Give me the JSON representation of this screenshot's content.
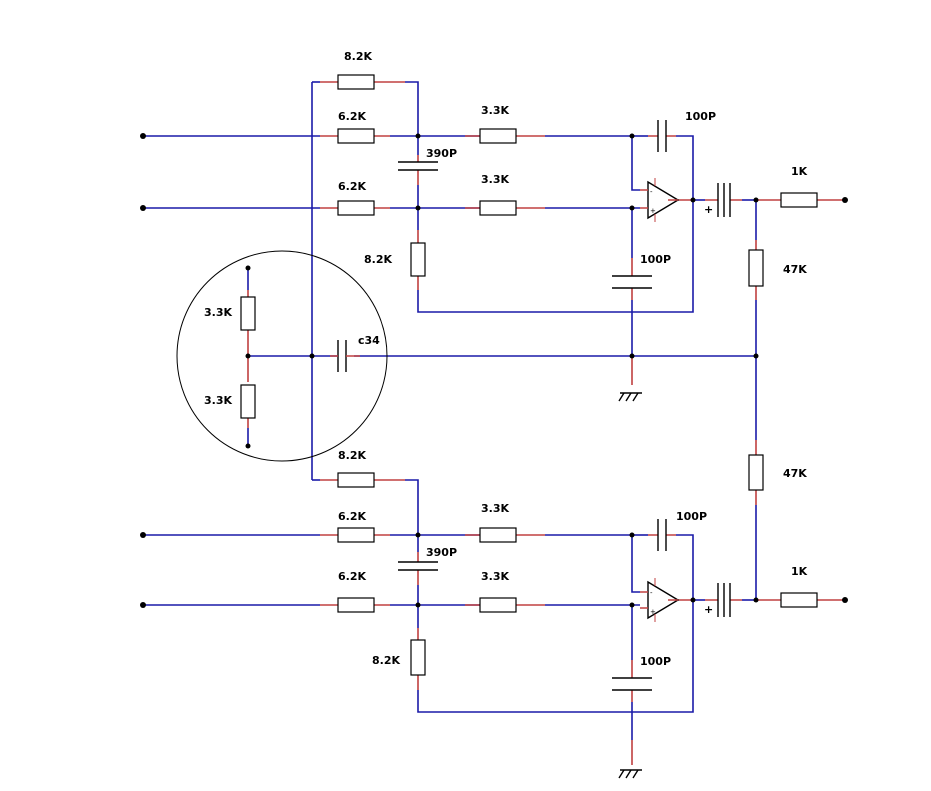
{
  "labels": {
    "r_fb_top": "8.2K",
    "r_in1_top": "6.2K",
    "r_mid1_top": "3.3K",
    "c_fb_top": "100P",
    "c_390_top": "390P",
    "r_in2_top": "6.2K",
    "r_mid2_top": "3.3K",
    "r_vert_top": "8.2K",
    "c_pos_top": "100P",
    "r_out_top": "1K",
    "r_47k_top": "47K",
    "r_div_top": "3.3K",
    "c34": "c34",
    "r_div_bot": "3.3K",
    "r_fb_bot": "8.2K",
    "r_in1_bot": "6.2K",
    "r_mid1_bot": "3.3K",
    "c_fb_bot": "100P",
    "c_390_bot": "390P",
    "r_in2_bot": "6.2K",
    "r_mid2_bot": "3.3K",
    "r_vert_bot": "8.2K",
    "c_pos_bot": "100P",
    "r_47k_bot": "47K",
    "r_out_bot": "1K",
    "plus_top": "+",
    "plus_bot": "+"
  }
}
